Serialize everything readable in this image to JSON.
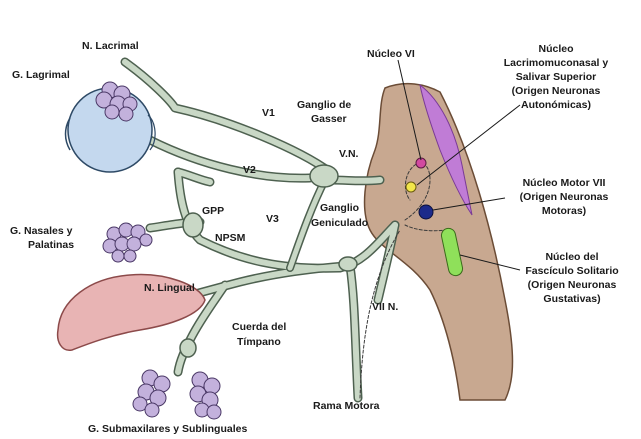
{
  "labels": {
    "n_lacrimal": "N. Lacrimal",
    "g_lagrimal": "G. Lagrimal",
    "v1": "V1",
    "v2": "V2",
    "v3": "V3",
    "ganglio_gasser_1": "Ganglio de",
    "ganglio_gasser_2": "Gasser",
    "vn": "V.N.",
    "gpp": "GPP",
    "npsm": "NPSM",
    "ganglio_geniculado_1": "Ganglio",
    "ganglio_geniculado_2": "Geniculado",
    "g_nasales_1": "G. Nasales y",
    "g_nasales_2": "Palatinas",
    "n_lingual": "N. Lingual",
    "vii_n": "VII N.",
    "cuerda_timpano_1": "Cuerda del",
    "cuerda_timpano_2": "Tímpano",
    "rama_motora": "Rama Motora",
    "g_submaxilares": "G. Submaxilares y Sublinguales",
    "nucleo_vi": "Núcleo VI",
    "nucleo_lacrimo_1": "Núcleo",
    "nucleo_lacrimo_2": "Lacrimomuconasal y",
    "nucleo_lacrimo_3": "Salivar Superior",
    "nucleo_lacrimo_4": "(Origen Neuronas",
    "nucleo_lacrimo_5": "Autonómicas)",
    "nucleo_motor_1": "Núcleo Motor VII",
    "nucleo_motor_2": "(Origen Neuronas",
    "nucleo_motor_3": "Motoras)",
    "nucleo_fasciculo_1": "Núcleo del",
    "nucleo_fasciculo_2": "Fascículo Solitario",
    "nucleo_fasciculo_3": "(Origen Neuronas",
    "nucleo_fasciculo_4": "Gustativas)"
  },
  "colors": {
    "nerve": "#c9d8c6",
    "nerve_outline": "#4e6150",
    "brainstem": "#c8a890",
    "brainstem_outline": "#6b4c36",
    "fourth_ventricle": "#c07cd6",
    "eye": "#c4d8ee",
    "gland": "#c3b1dc",
    "tongue": "#e8b4b4",
    "nucleus_vi": "#d24aa0",
    "nucleus_lacrimo": "#f2e64a",
    "nucleus_motor": "#1c2a8a",
    "nucleus_solitary": "#8fe05a"
  }
}
